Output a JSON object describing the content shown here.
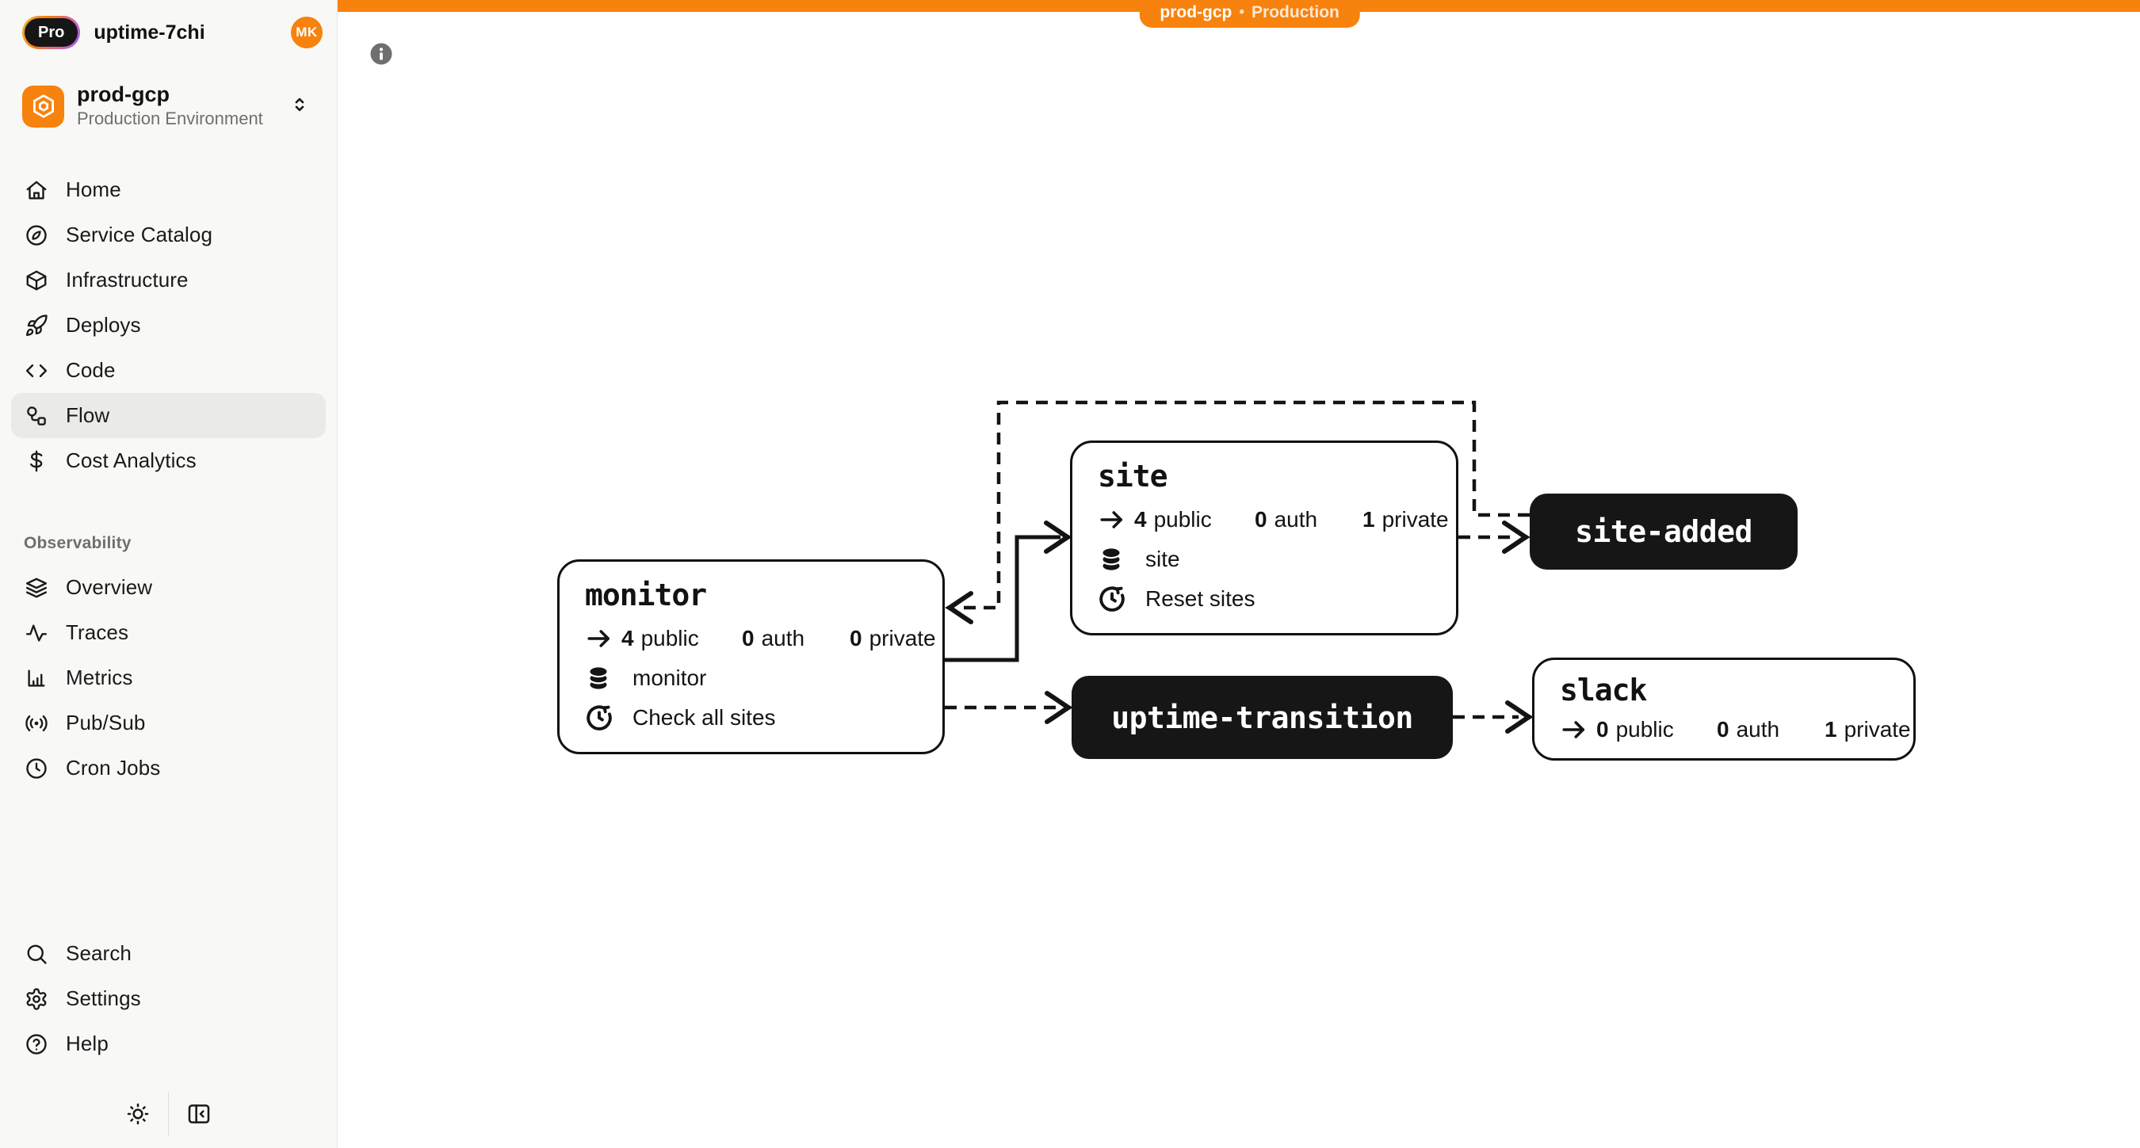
{
  "topbar": {
    "project": "prod-gcp",
    "separator": "•",
    "environment": "Production"
  },
  "sidebar": {
    "plan_badge": "Pro",
    "workspace_name": "uptime-7chi",
    "avatar_initials": "MK",
    "project_name": "prod-gcp",
    "project_env": "Production Environment",
    "nav": [
      {
        "label": "Home"
      },
      {
        "label": "Service Catalog"
      },
      {
        "label": "Infrastructure"
      },
      {
        "label": "Deploys"
      },
      {
        "label": "Code"
      },
      {
        "label": "Flow",
        "active": true
      },
      {
        "label": "Cost Analytics"
      }
    ],
    "section_label": "Observability",
    "observability_nav": [
      {
        "label": "Overview"
      },
      {
        "label": "Traces"
      },
      {
        "label": "Metrics"
      },
      {
        "label": "Pub/Sub"
      },
      {
        "label": "Cron Jobs"
      }
    ],
    "footer_nav": [
      {
        "label": "Search"
      },
      {
        "label": "Settings"
      },
      {
        "label": "Help"
      }
    ]
  },
  "canvas": {
    "endpoint_labels": {
      "public": "public",
      "auth": "auth",
      "private": "private"
    },
    "nodes": {
      "monitor": {
        "title": "monitor",
        "public_count": "4",
        "auth_count": "0",
        "private_count": "0",
        "database": "monitor",
        "cron": "Check all sites"
      },
      "site": {
        "title": "site",
        "public_count": "4",
        "auth_count": "0",
        "private_count": "1",
        "database": "site",
        "cron": "Reset sites"
      },
      "slack": {
        "title": "slack",
        "public_count": "0",
        "auth_count": "0",
        "private_count": "1"
      },
      "site_added": {
        "title": "site-added"
      },
      "uptime_transition": {
        "title": "uptime-transition"
      }
    }
  },
  "colors": {
    "accent": "#F7820D",
    "topic_node": "#161616",
    "sidebar_background": "#F8F8F6"
  }
}
